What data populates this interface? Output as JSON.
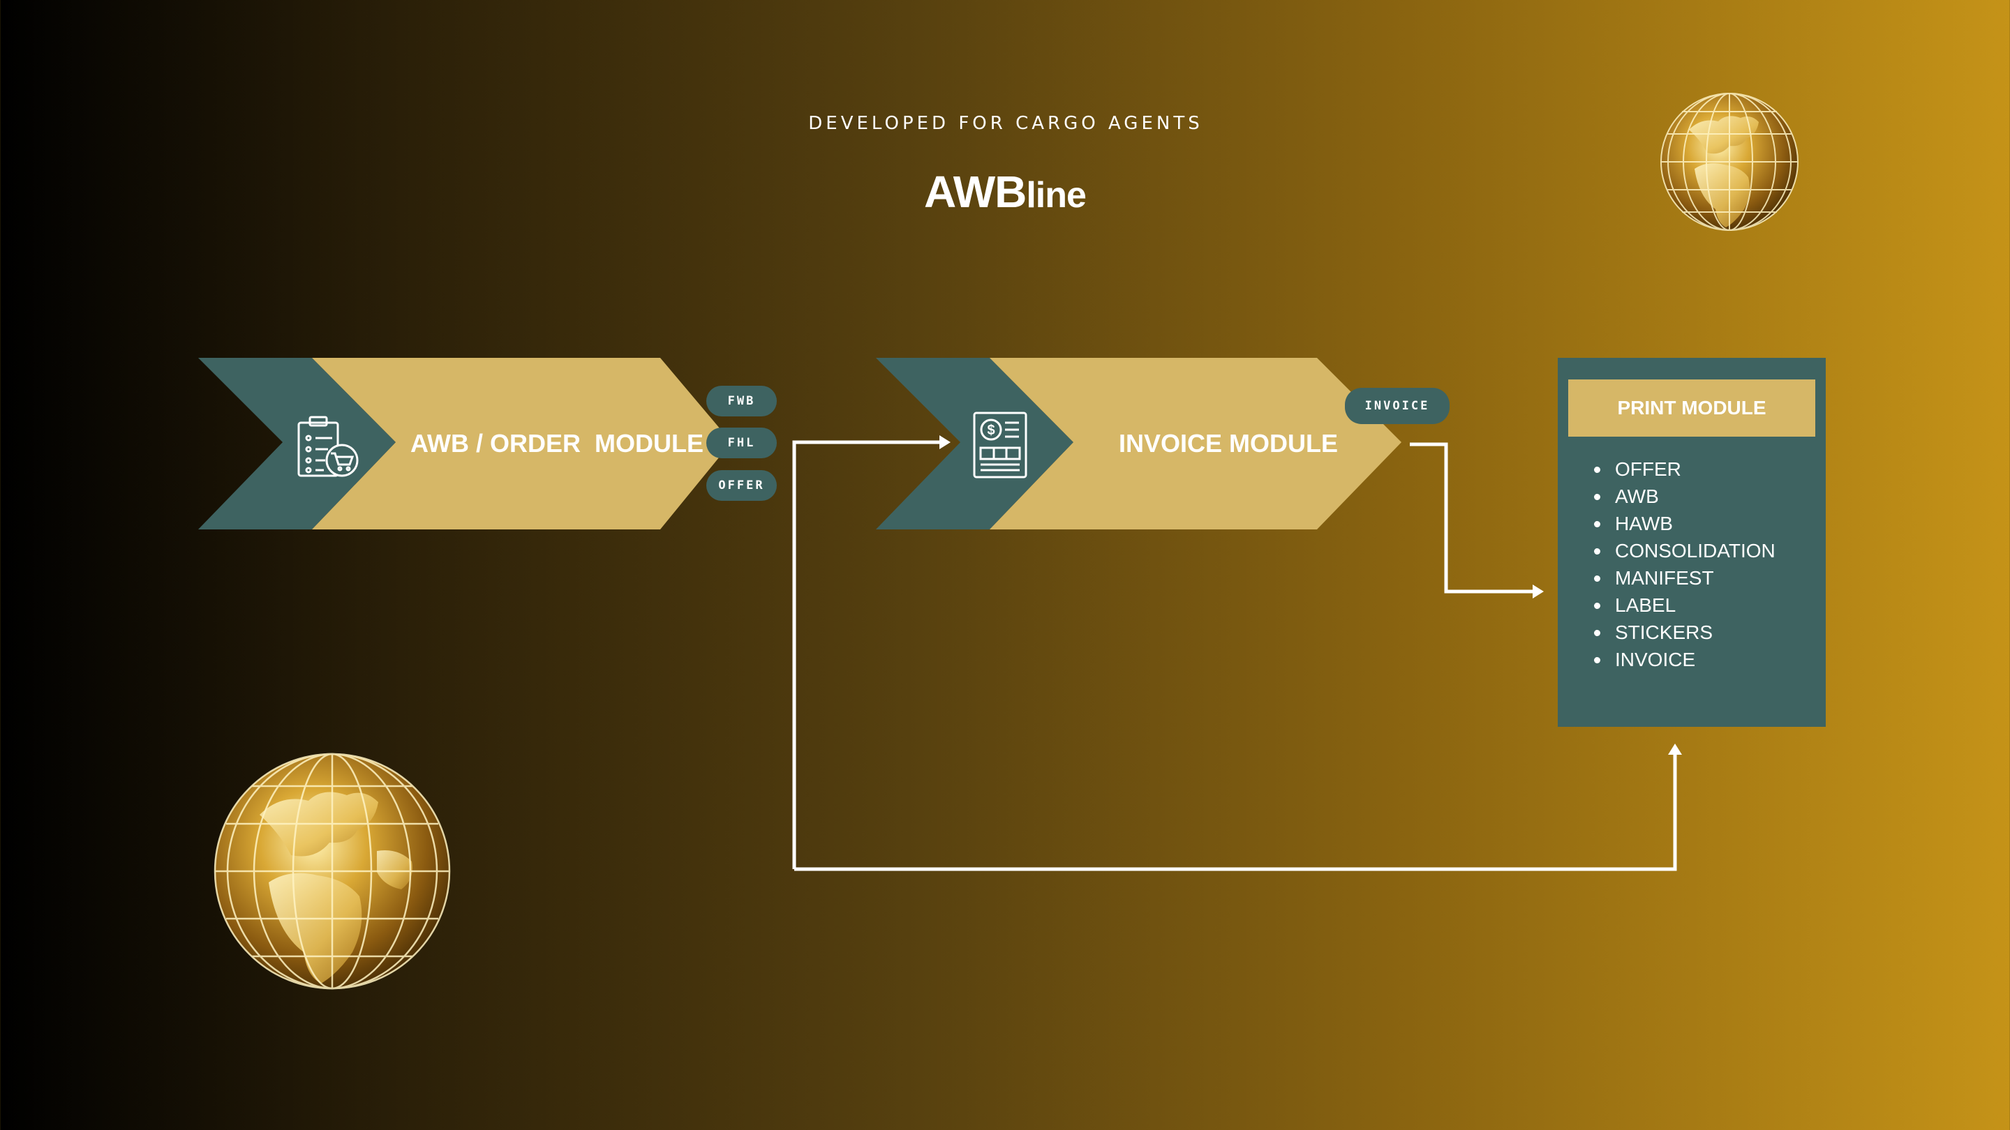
{
  "header": {
    "subtitle": "DEVELOPED FOR CARGO AGENTS",
    "title_bold": "AWB",
    "title_light": "line"
  },
  "modules": [
    {
      "label": "AWB / ORDER  MODULE",
      "icon": "clipboard-cart-icon"
    },
    {
      "label": "INVOICE MODULE",
      "icon": "invoice-document-icon"
    }
  ],
  "awb_outputs": [
    "FWB",
    "FHL",
    "OFFER"
  ],
  "invoice_outputs": [
    "INVOICE"
  ],
  "print_module": {
    "title": "PRINT MODULE",
    "items": [
      "OFFER",
      "AWB",
      "HAWB",
      "CONSOLIDATION",
      "MANIFEST",
      "LABEL",
      "STICKERS",
      "INVOICE"
    ]
  },
  "decorations": [
    "globe-icon",
    "globe-icon"
  ],
  "colors": {
    "teal": "#3e6361",
    "sand": "#d6b767",
    "white": "#ffffff"
  }
}
